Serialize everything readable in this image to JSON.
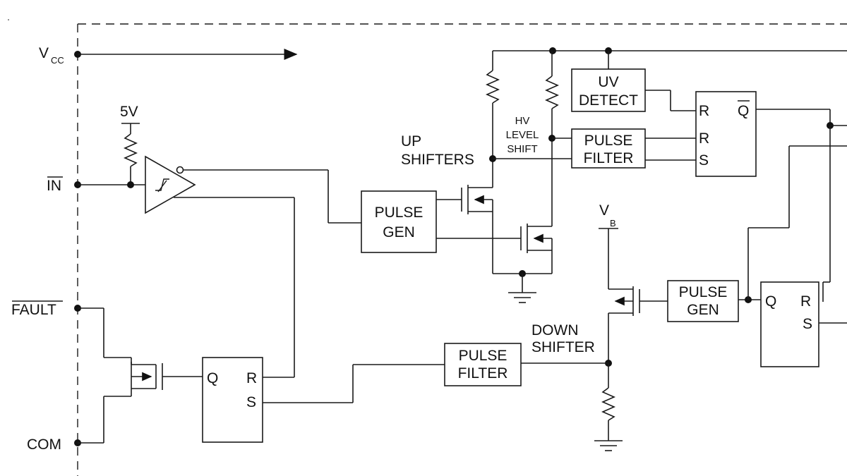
{
  "pins": {
    "vcc": {
      "main": "V",
      "sub": "CC"
    },
    "in": "IN",
    "fault": "FAULT",
    "com": "COM",
    "vb": {
      "main": "V",
      "sub": "B"
    },
    "five_v": "5V"
  },
  "blocks": {
    "pulse_gen_left": [
      "PULSE",
      "GEN"
    ],
    "pulse_gen_right": [
      "PULSE",
      "GEN"
    ],
    "pulse_filter_top": [
      "PULSE",
      "FILTER"
    ],
    "pulse_filter_bottom": [
      "PULSE",
      "FILTER"
    ],
    "uv_detect": [
      "UV",
      "DETECT"
    ]
  },
  "latches": {
    "top": {
      "r1": "R",
      "qbar": "Q",
      "r2": "R",
      "s": "S"
    },
    "right": {
      "q": "Q",
      "r": "R",
      "s": "S"
    },
    "fault": {
      "q": "Q",
      "r": "R",
      "s": "S"
    }
  },
  "annotations": {
    "up_shifters": [
      "UP",
      "SHIFTERS"
    ],
    "hv_level_shift": [
      "HV",
      "LEVEL",
      "SHIFT"
    ],
    "down_shifter": [
      "DOWN",
      "SHIFTER"
    ]
  }
}
